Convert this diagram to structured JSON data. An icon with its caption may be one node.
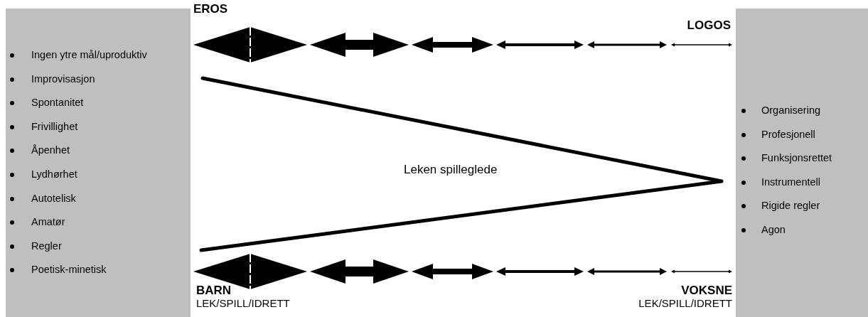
{
  "diagram": {
    "nodes": [
      {
        "text": [
          "Ingen ytre mål/uproduktiv",
          "Improvisasjon",
          "Spontanitet",
          "Frivillighet",
          "Åpenhet",
          "Lydhørhet",
          "Autotelisk",
          "Amatør",
          "Regler",
          "Poetisk-minetisk"
        ]
      },
      {
        "text": [
          "Organisering",
          "Profesjonell",
          "Funksjonsrettet",
          "Instrumentell",
          "Rigide regler",
          "Agon"
        ]
      }
    ],
    "labels": [
      "EROS",
      "LOGOS",
      "Leken spilleglede",
      "BARN",
      "LEK/SPILL/IDRETT",
      "VOKSNE",
      "LEK/SPILL/IDRETT"
    ]
  }
}
